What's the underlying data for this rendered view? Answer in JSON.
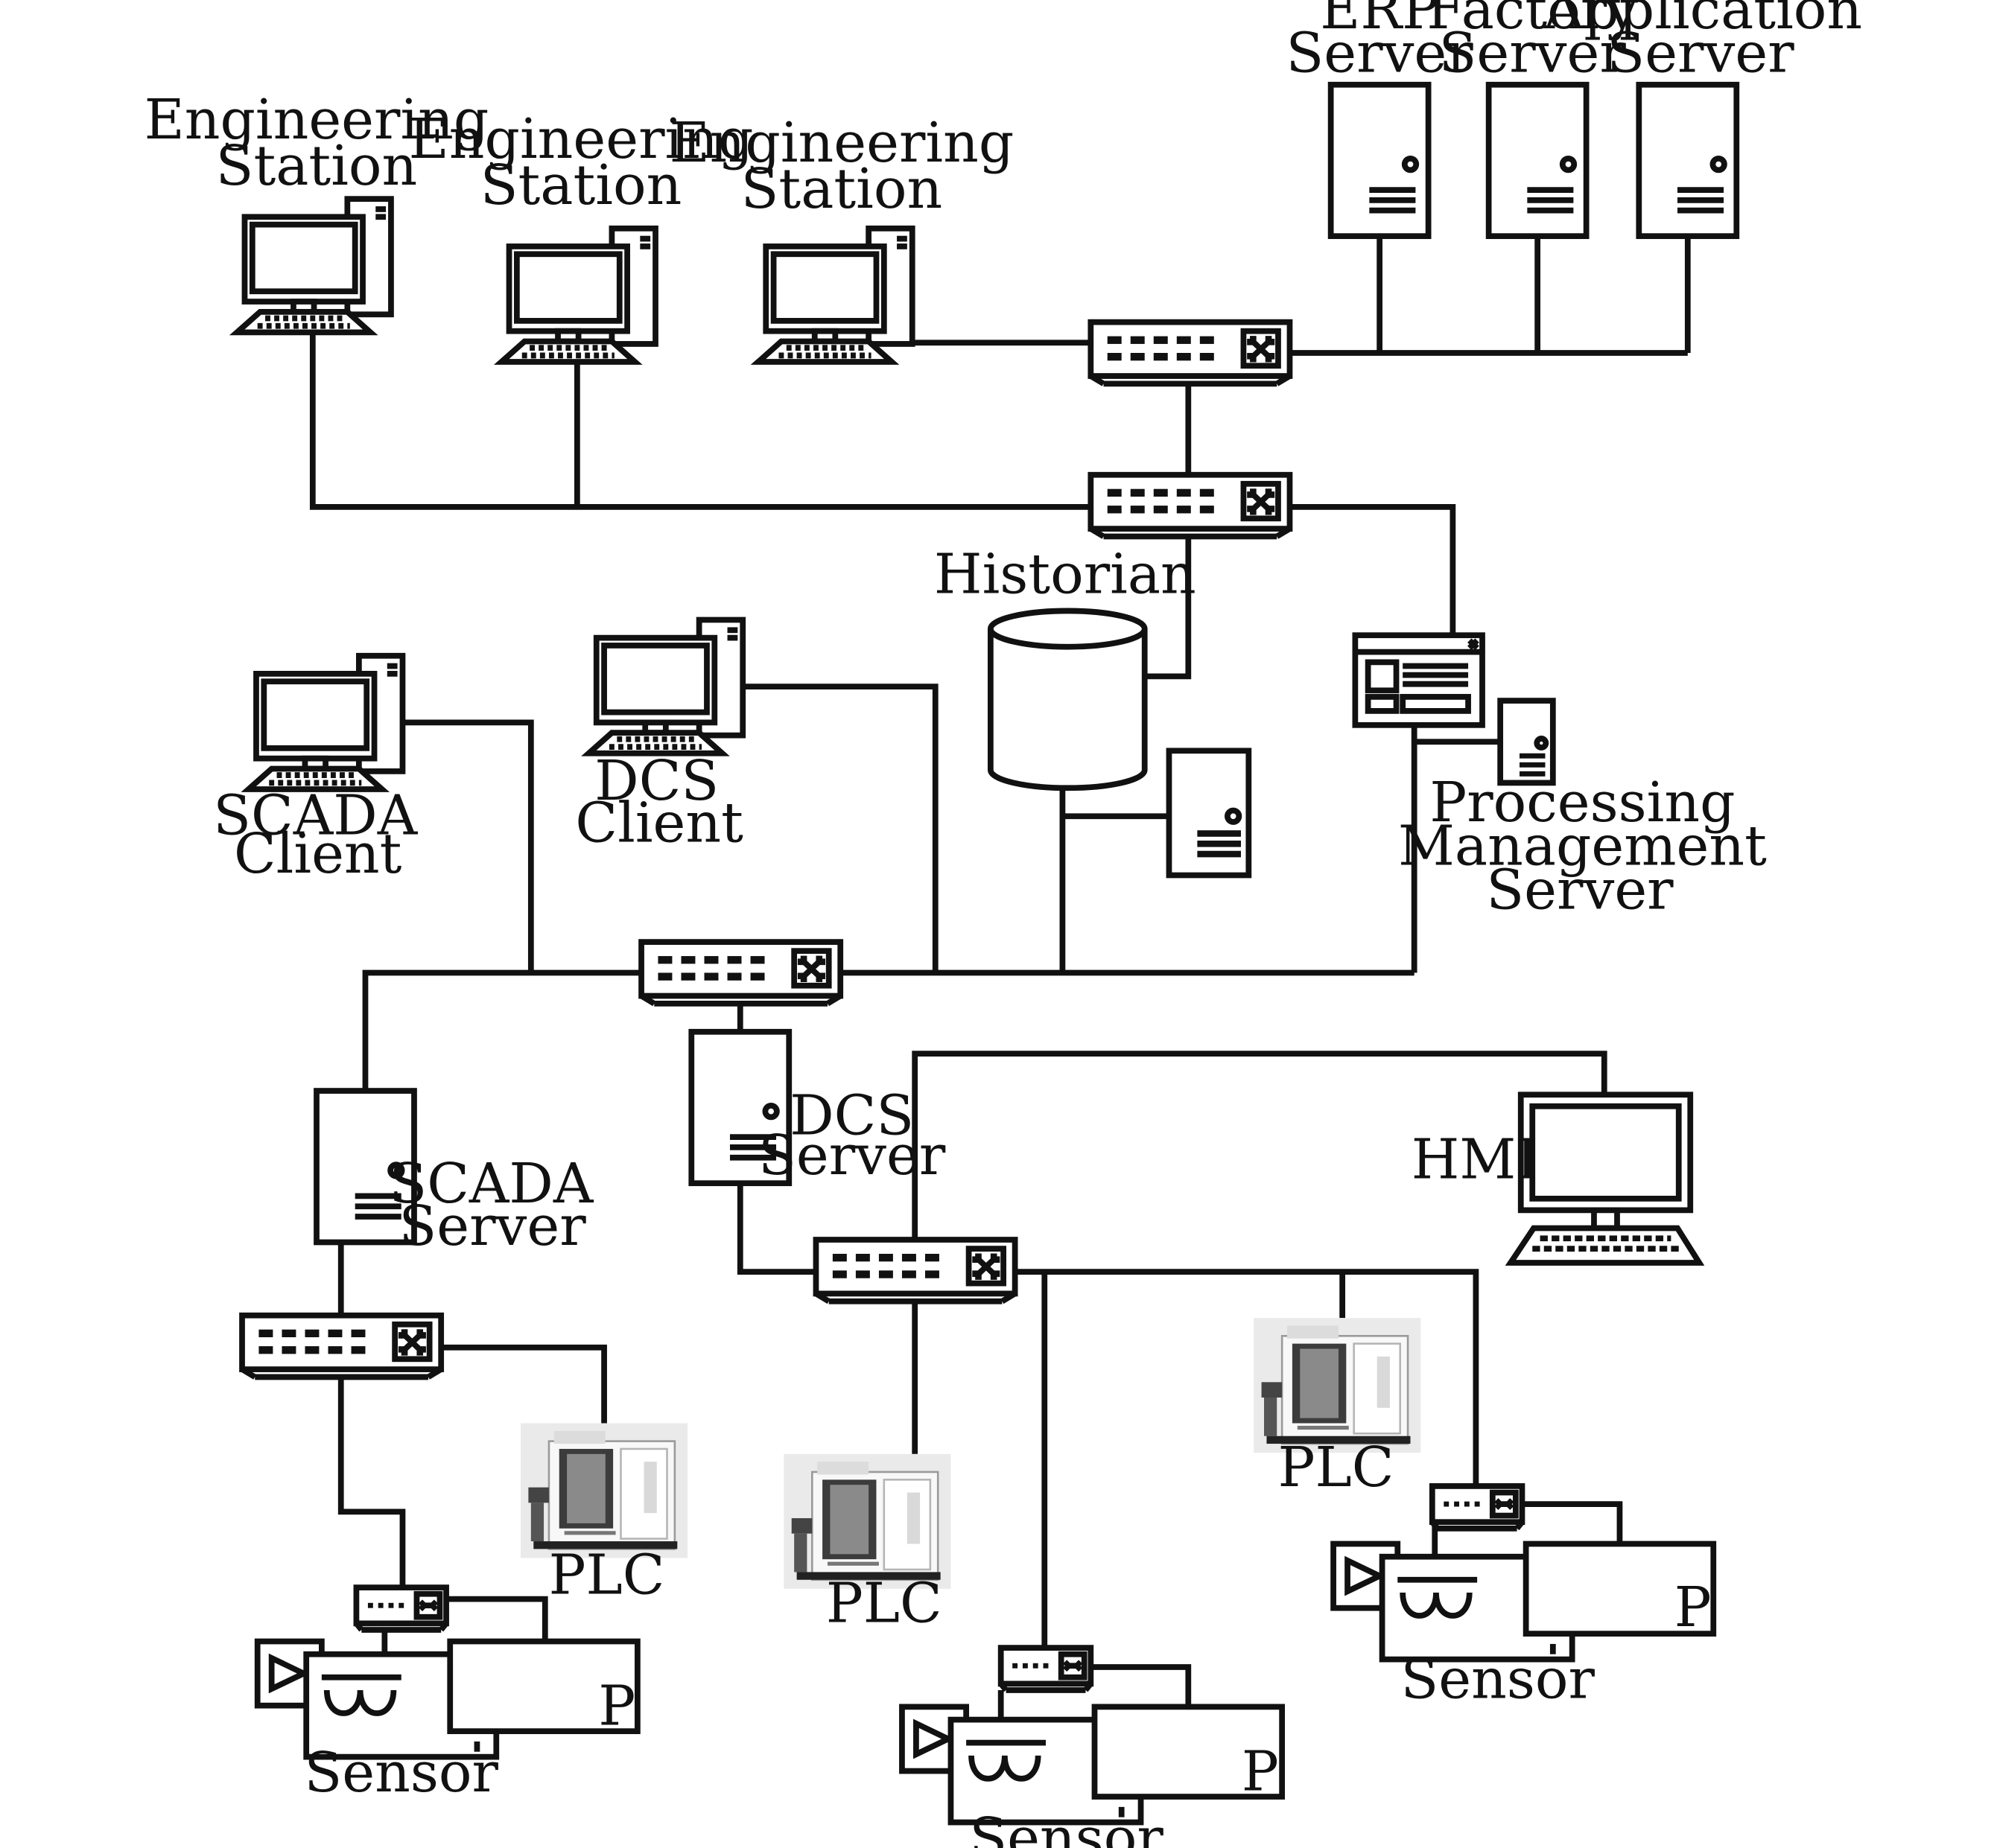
{
  "labels": {
    "eng1": [
      "Engineering",
      "Station"
    ],
    "eng2": [
      "Engineering",
      "Station"
    ],
    "eng3": [
      "Engineering",
      "Station"
    ],
    "erp": [
      "ERP",
      "Server"
    ],
    "factory": [
      "Factory",
      "Server"
    ],
    "app": [
      "Application",
      "Server"
    ],
    "historian": "Historian",
    "scada_client": [
      "SCADA",
      "Client"
    ],
    "dcs_client": [
      "DCS",
      "Client"
    ],
    "processing": [
      "Processing",
      "Management",
      "Server"
    ],
    "scada_server": [
      "SCADA",
      "Server"
    ],
    "dcs_server": [
      "DCS",
      "Server"
    ],
    "hmi": "HMI",
    "plc": "PLC",
    "sensor": "Sensor",
    "p": "P"
  },
  "icons": {
    "computer": "workstation-icon",
    "server": "server-tower-icon",
    "switch": "network-switch-icon",
    "database": "database-icon",
    "window": "application-window-icon",
    "plc": "plc-machine-icon",
    "sensor": "sensor-assembly-icon",
    "monitor": "hmi-monitor-icon"
  },
  "colors": {
    "stroke": "#111111",
    "background": "#ffffff"
  }
}
